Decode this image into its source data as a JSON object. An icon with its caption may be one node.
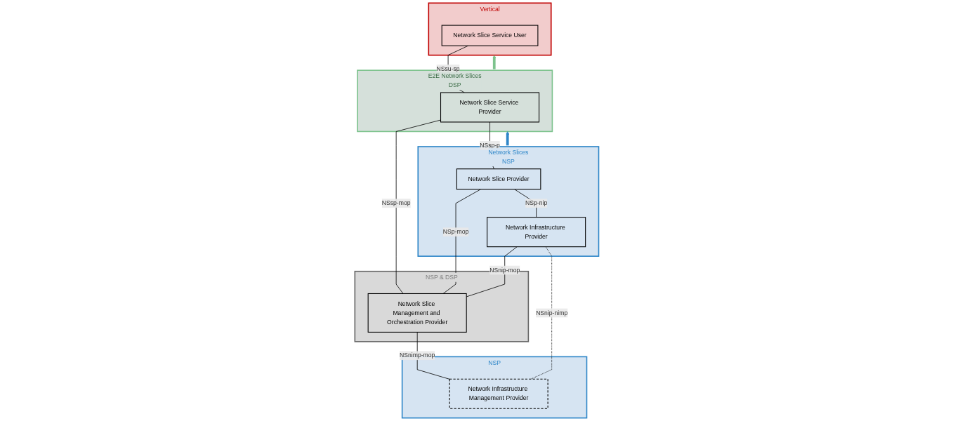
{
  "diagram": {
    "nodes": [
      {
        "text": [
          "Vertical"
        ]
      },
      {
        "text": [
          "Network Slice Service User"
        ],
        "in": 0
      },
      {
        "text": [
          "E2E Network Slices",
          "DSP"
        ]
      },
      {
        "text": [
          "Network Slice Service Provider"
        ],
        "in": 2
      },
      {
        "text": [
          "Network Slices",
          "NSP"
        ]
      },
      {
        "text": [
          "Network Slice Provider"
        ],
        "in": 4
      },
      {
        "text": [
          "Network Infrastructure Provider"
        ],
        "in": 4
      },
      {
        "text": [
          "NSP & DSP"
        ]
      },
      {
        "text": [
          "Network Slice Management and Orchestration Provider"
        ],
        "in": 7
      },
      {
        "text": [
          "NSP"
        ]
      },
      {
        "text": [
          "Network Infrastructure Management Provider"
        ],
        "in": 9
      }
    ],
    "edges": [
      {
        "from": 2,
        "to": 0,
        "arrow": "to",
        "style": "thick",
        "color": "#7dc38d"
      },
      {
        "from": 4,
        "to": 2,
        "arrow": "to",
        "style": "thick",
        "color": "#2e86c8"
      },
      {
        "from": 1,
        "to": 3,
        "arrow": "none",
        "label": "NSsu-sp"
      },
      {
        "from": 3,
        "to": 5,
        "arrow": "none",
        "label": "NSsp-p"
      },
      {
        "from": 5,
        "to": 6,
        "arrow": "none",
        "label": "NSp-nip"
      },
      {
        "from": 3,
        "to": 8,
        "arrow": "none",
        "label": "NSsp-mop"
      },
      {
        "from": 5,
        "to": 8,
        "arrow": "none",
        "label": "NSp-mop"
      },
      {
        "from": 6,
        "to": 8,
        "arrow": "none",
        "label": "NSnip-mop"
      },
      {
        "from": 8,
        "to": 10,
        "arrow": "none",
        "label": "NSnimp-mop"
      },
      {
        "from": 6,
        "to": 10,
        "arrow": "none",
        "label": "NSnip-nimp",
        "style": "dashed"
      }
    ]
  }
}
